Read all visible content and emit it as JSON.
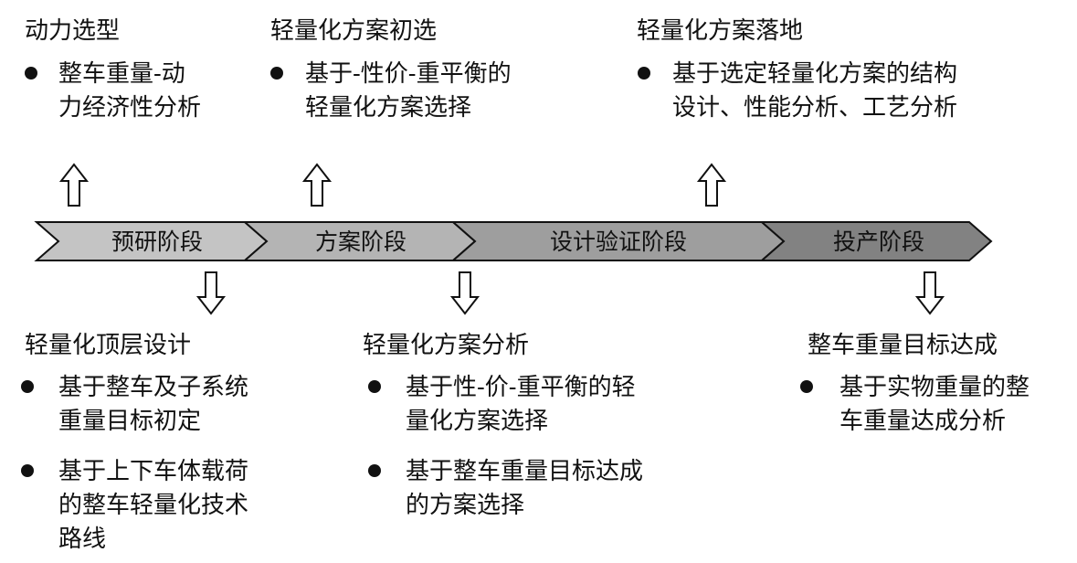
{
  "phases": [
    {
      "id": "pre",
      "label": "预研阶段",
      "fill": "#c4c4c4"
    },
    {
      "id": "scheme",
      "label": "方案阶段",
      "fill": "#b4b4b4"
    },
    {
      "id": "verify",
      "label": "设计验证阶段",
      "fill": "#9e9e9e"
    },
    {
      "id": "prod",
      "label": "投产阶段",
      "fill": "#828282"
    }
  ],
  "top_blocks": [
    {
      "title": "动力选型",
      "items": [
        [
          "整车重量-动",
          "力经济性分析"
        ]
      ]
    },
    {
      "title": "轻量化方案初选",
      "items": [
        [
          "基于-性价-重平衡的",
          "轻量化方案选择"
        ]
      ]
    },
    {
      "title": "轻量化方案落地",
      "items": [
        [
          "基于选定轻量化方案的结构",
          "设计、性能分析、工艺分析"
        ]
      ]
    }
  ],
  "bottom_blocks": [
    {
      "title": "轻量化顶层设计",
      "items": [
        [
          "基于整车及子系统",
          "重量目标初定"
        ],
        [
          "基于上下车体载荷",
          "的整车轻量化技术",
          "路线"
        ]
      ]
    },
    {
      "title": "轻量化方案分析",
      "items": [
        [
          "基于性-价-重平衡的轻",
          "量化方案选择"
        ],
        [
          "基于整车重量目标达成",
          "的方案选择"
        ]
      ]
    },
    {
      "title": "整车重量目标达成",
      "items": [
        [
          "基于实物重量的整",
          "车重量达成分析"
        ]
      ]
    }
  ]
}
